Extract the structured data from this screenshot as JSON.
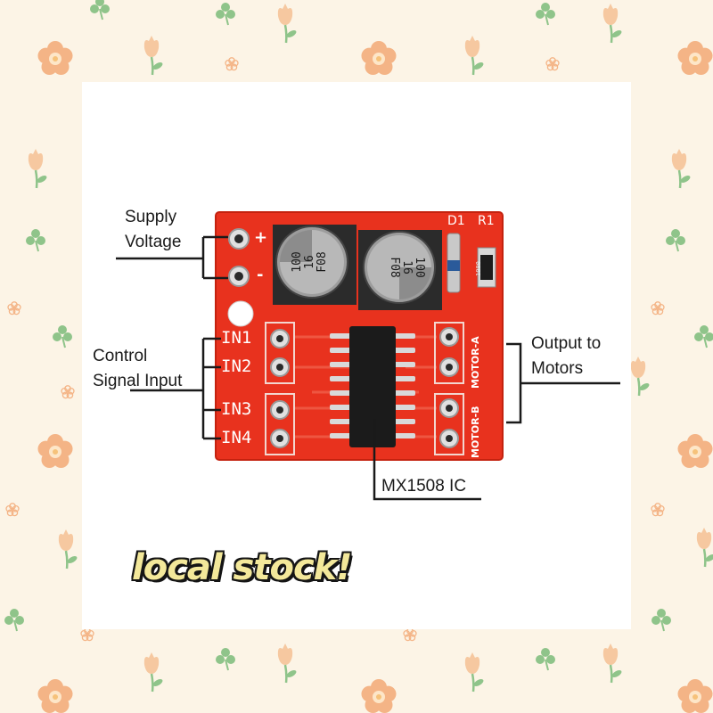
{
  "diagram": {
    "labels": {
      "supply_voltage_line1": "Supply",
      "supply_voltage_line2": "Voltage",
      "control_input_line1": "Control",
      "control_input_line2": "Signal Input",
      "output_line1": "Output to",
      "output_line2": "Motors",
      "ic": "MX1508 IC"
    },
    "board": {
      "color": "#e8321e",
      "pins": {
        "plus": "+",
        "minus": "-",
        "in1": "IN1",
        "in2": "IN2",
        "in3": "IN3",
        "in4": "IN4"
      },
      "silkscreen": {
        "motor_a": "MOTOR-A",
        "motor_b": "MOTOR-B",
        "d1": "D1",
        "r1": "R1",
        "resistor_code": "1000"
      },
      "capacitor_text": {
        "line1": "100",
        "line2": "16",
        "line3": "F08"
      }
    }
  },
  "promo": {
    "text": "local stock!"
  },
  "colors": {
    "background": "#fcf4e6",
    "flower_peach": "#f4b486",
    "leaf_green": "#8fc48a",
    "promo_text": "#f3e89a"
  },
  "decorations": {
    "icons": [
      "flower-icon",
      "tulip-icon",
      "clover-icon",
      "small-flower-icon"
    ]
  }
}
